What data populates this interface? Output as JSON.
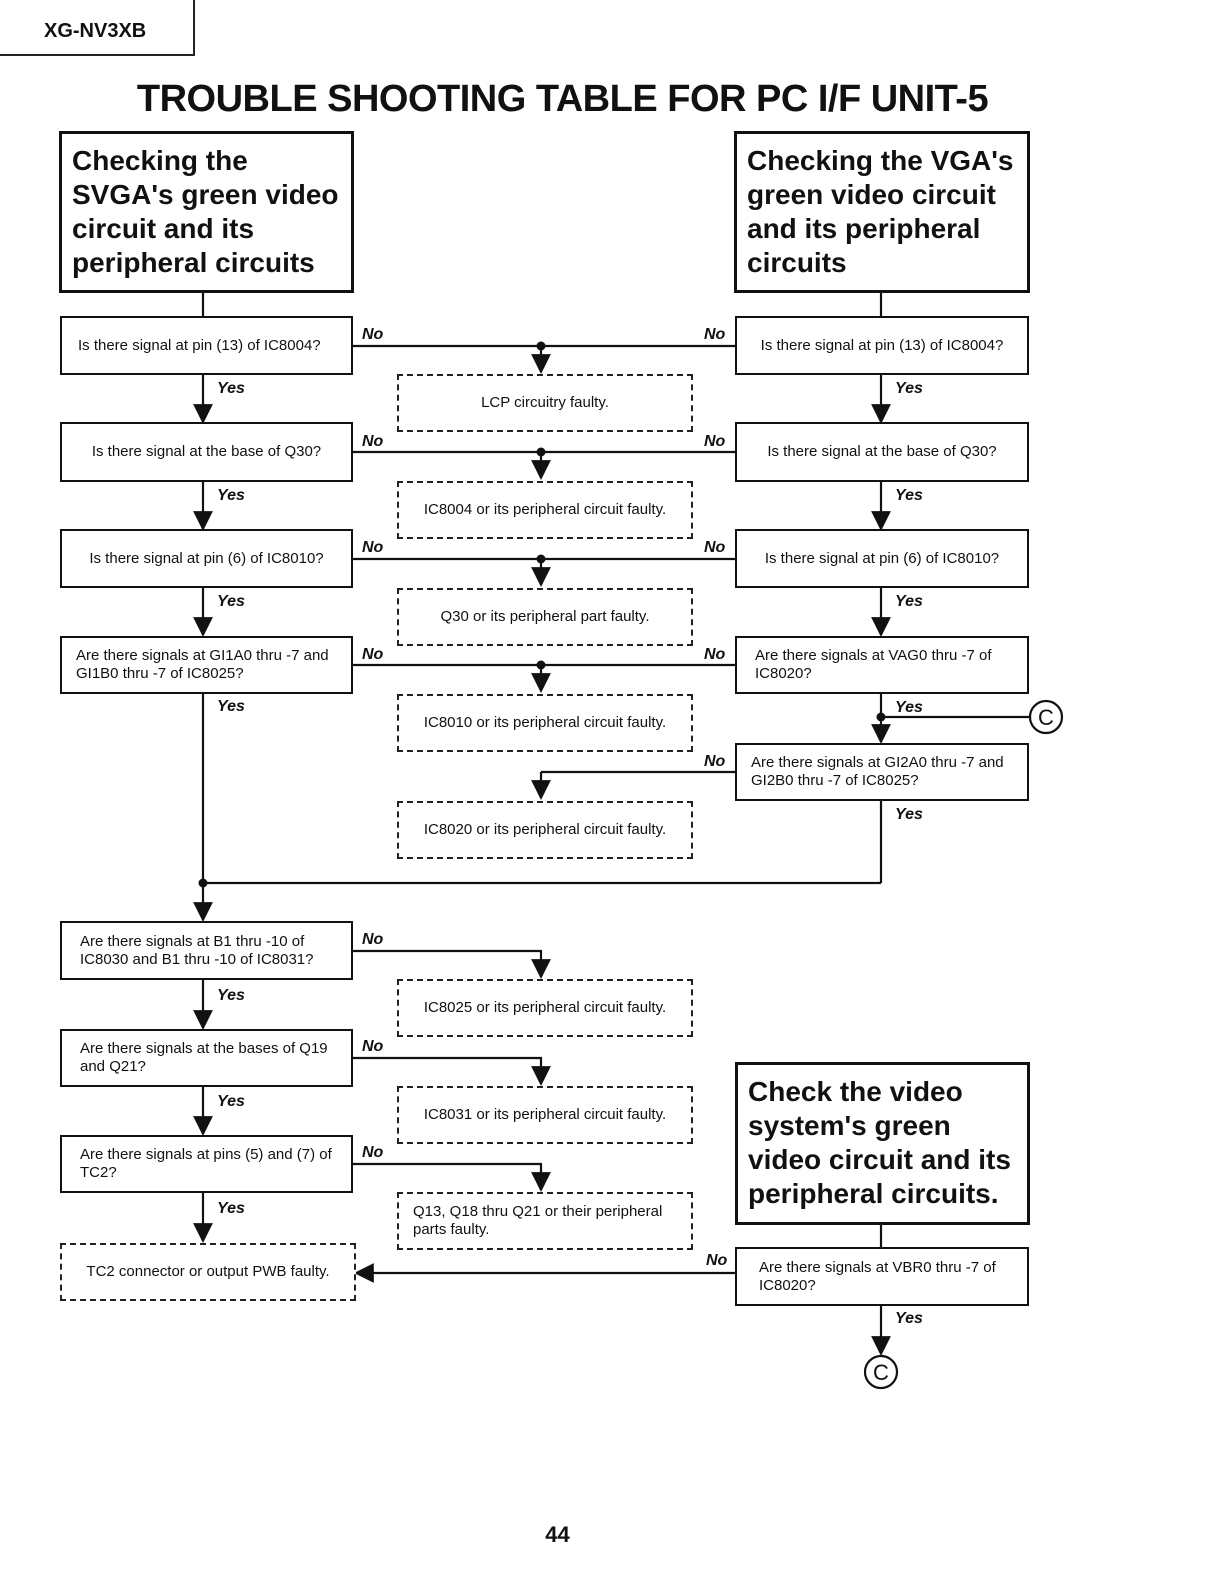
{
  "model": "XG-NV3XB",
  "title": "TROUBLE SHOOTING TABLE FOR PC I/F UNIT-5",
  "page_number": "44",
  "labels": {
    "yes": "Yes",
    "no": "No",
    "connector": "C"
  },
  "left_header": "Checking the SVGA's green video circuit and its peripheral circuits",
  "right_header": "Checking the VGA's green video circuit and its peripheral circuits",
  "bottom_right_header": "Check the video system's green video circuit and its peripheral circuits.",
  "left_questions": [
    "Is there signal at pin (13) of IC8004?",
    "Is there signal at the base of Q30?",
    "Is there signal at pin (6) of IC8010?",
    "Are there signals at GI1A0 thru -7 and GI1B0 thru -7 of IC8025?"
  ],
  "right_questions": [
    "Is there signal at pin (13) of IC8004?",
    "Is there signal at the base of Q30?",
    "Is there signal at pin (6) of IC8010?",
    "Are there signals at VAG0 thru -7 of IC8020?",
    "Are there signals at GI2A0 thru -7 and GI2B0 thru -7 of IC8025?"
  ],
  "faults_top": [
    "LCP circuitry faulty.",
    "IC8004 or its peripheral circuit faulty.",
    "Q30 or its peripheral part faulty.",
    "IC8010 or its peripheral circuit faulty.",
    "IC8020 or its peripheral circuit faulty."
  ],
  "lower_questions": [
    "Are there signals at B1 thru -10 of IC8030 and B1 thru -10 of IC8031?",
    "Are there signals at the bases of Q19 and Q21?",
    "Are there signals at pins (5) and (7) of TC2?"
  ],
  "faults_bottom": [
    "IC8025 or its peripheral circuit faulty.",
    "IC8031 or its peripheral circuit faulty.",
    "Q13, Q18 thru Q21 or their peripheral parts faulty."
  ],
  "final_fault": "TC2 connector or output PWB faulty.",
  "video_question": "Are there signals at VBR0 thru -7 of IC8020?"
}
